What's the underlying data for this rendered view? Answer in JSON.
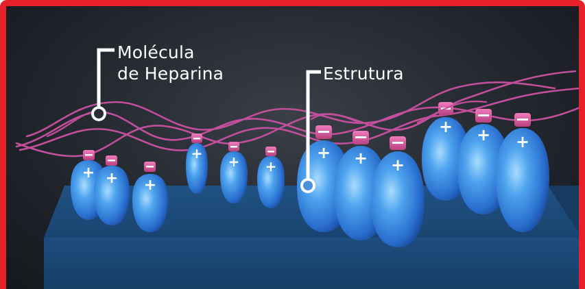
{
  "labels": {
    "heparin_line1": "Molécula",
    "heparin_line2": "de Heparina",
    "structure": "Estrutura"
  },
  "charges": {
    "positive": "+",
    "negative": "−"
  },
  "colors": {
    "frame_border": "#e8202a",
    "background": "#23272e",
    "heparin_chain": "#c24f9c",
    "cap": "#d9559f",
    "capsule_body": "#3a8ee0",
    "platform": "#1c4b78"
  },
  "icons": {
    "pointer_markers": "circle-marker-icon"
  }
}
